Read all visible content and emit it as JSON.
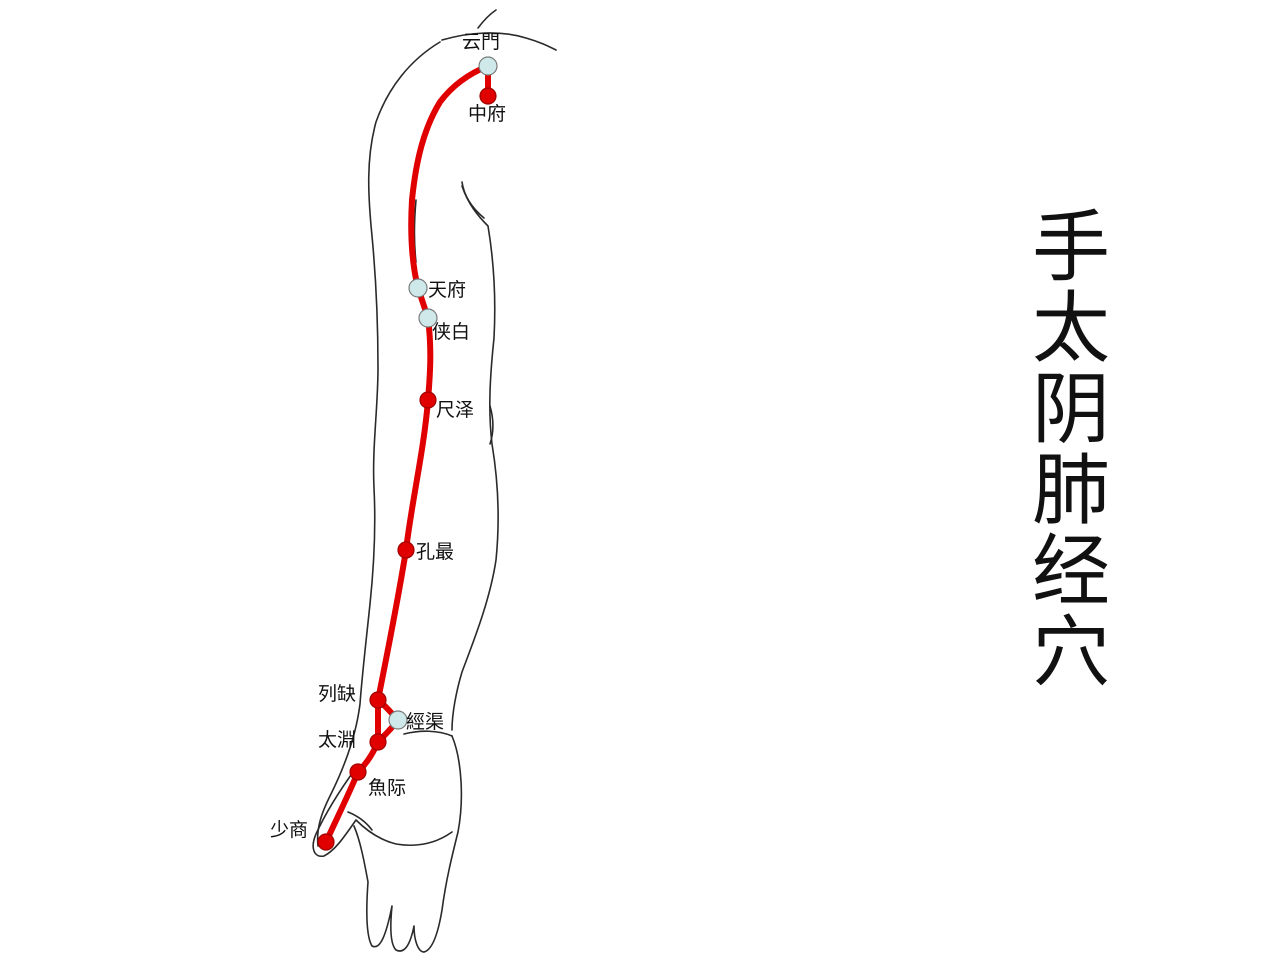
{
  "title": [
    "手",
    "太",
    "阴",
    "肺",
    "经",
    "穴"
  ],
  "colors": {
    "meridian": "#e00000",
    "red_point": "#e00000",
    "blue_point": "#cfe8ea",
    "outline": "#2a2a2a"
  },
  "points": [
    {
      "label": "云門",
      "color": "blue"
    },
    {
      "label": "中府",
      "color": "red"
    },
    {
      "label": "天府",
      "color": "blue"
    },
    {
      "label": "侠白",
      "color": "blue"
    },
    {
      "label": "尺泽",
      "color": "red"
    },
    {
      "label": "孔最",
      "color": "red"
    },
    {
      "label": "列缺",
      "color": "red"
    },
    {
      "label": "經渠",
      "color": "blue"
    },
    {
      "label": "太淵",
      "color": "red"
    },
    {
      "label": "魚际",
      "color": "red"
    },
    {
      "label": "少商",
      "color": "red"
    }
  ]
}
